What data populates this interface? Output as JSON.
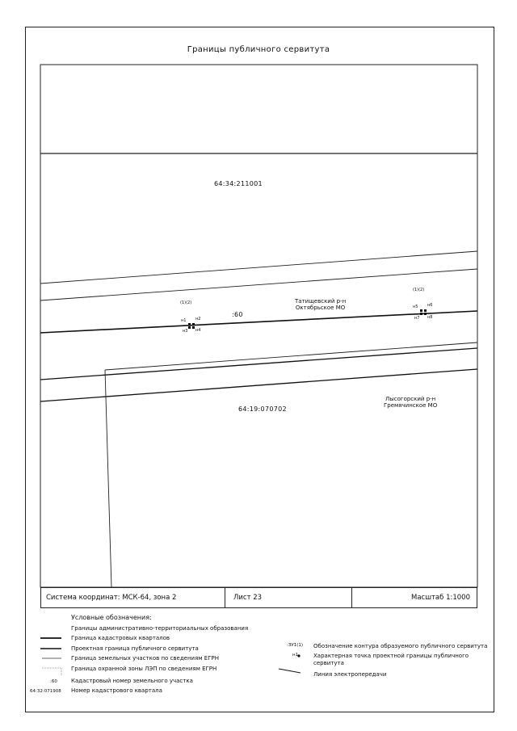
{
  "title": "Границы публичного сервитута",
  "map": {
    "cadastral_top": "64:34:211001",
    "cadastral_bottom": "64:19:070702",
    "parcel_number": ":60",
    "region_1": {
      "line1": "Татищевский р-н",
      "line2": "Октябрьское МО"
    },
    "region_2": {
      "line1": "Лысогорский р-н",
      "line2": "Гремячинское МО"
    },
    "contour_left": "(1)(2)",
    "contour_right": "(1)(2)",
    "points_left": [
      "н1",
      "н2",
      "н3",
      "н4"
    ],
    "points_right": [
      "н5",
      "н6",
      "н7",
      "н8"
    ]
  },
  "info": {
    "coords": "Система координат: МСК-64, зона 2",
    "sheet": "Лист 23",
    "scale": "Масштаб 1:1000"
  },
  "legend": {
    "heading": "Условные обозначения:",
    "items": [
      "Границы административно-территориальных образования",
      "Граница кадастровых кварталов",
      "Проектная граница публичного сервитута",
      "Граница земельных участков по сведениям ЕГРН",
      "Граница охранной зоны ЛЭП по сведениям ЕГРН",
      "Кадастровый номер земельного участка",
      "Номер кадастрового квартала"
    ],
    "sample_parcel": ":60",
    "sample_quarter": "64:32:071908",
    "right_items": [
      "Обозначение контура образуемого публичного сервитута",
      "Характерная точка проектной границы публичного сервитута",
      "Линия электропередачи"
    ],
    "sample_contour": ":ЗУ1(1)",
    "sample_point": "н1"
  }
}
